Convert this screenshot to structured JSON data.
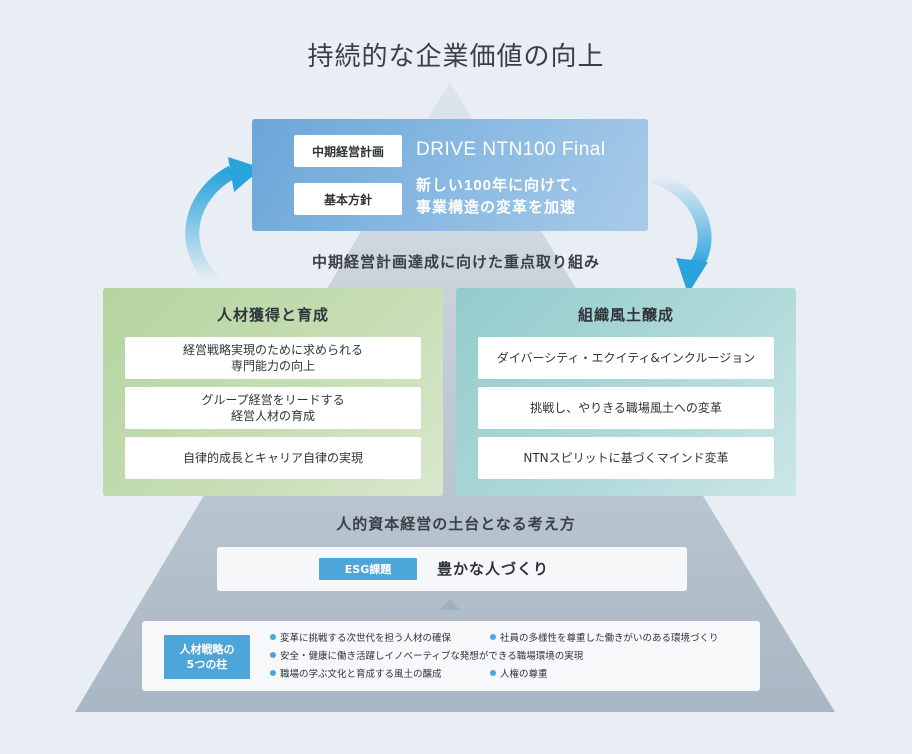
{
  "title": "持続的な企業価値の向上",
  "plan": {
    "rows": [
      {
        "label": "中期経営計画",
        "value": "DRIVE NTN100 Final"
      },
      {
        "label": "基本方針",
        "value": "新しい100年に向けて、\n事業構造の変革を加速"
      }
    ]
  },
  "priority_heading": "中期経営計画達成に向けた重点取り組み",
  "themes": {
    "left": {
      "title": "人材獲得と育成",
      "items": [
        "経営戦略実現のために求められる\n専門能力の向上",
        "グループ経営をリードする\n経営人材の育成",
        "自律的成長とキャリア自律の実現"
      ]
    },
    "right": {
      "title": "組織風土醸成",
      "items": [
        "ダイバーシティ・エクイティ&インクルージョン",
        "挑戦し、やりきる職場風土への変革",
        "NTNスピリットに基づくマインド変革"
      ]
    }
  },
  "foundation_heading": "人的資本経営の土台となる考え方",
  "esg": {
    "badge": "ESG課題",
    "text": "豊かな人づくり"
  },
  "pillars": {
    "badge": "人材戦略の\n5つの柱",
    "items": [
      "変革に挑戦する次世代を担う人材の確保",
      "社員の多様性を尊重した働きがいのある環境づくり",
      "安全・健康に働き活躍しイノベーティブな発想ができる職場環境の実現",
      "職場の学ぶ文化と育成する風土の醸成",
      "人権の尊重"
    ]
  },
  "colors": {
    "background": "#e9eef4",
    "accent": "#4da6d9",
    "arrow": "#29a3dc",
    "plan_box": "#7ab0dd",
    "theme_left": "#bcd8a8",
    "theme_right": "#a3d3d3"
  }
}
